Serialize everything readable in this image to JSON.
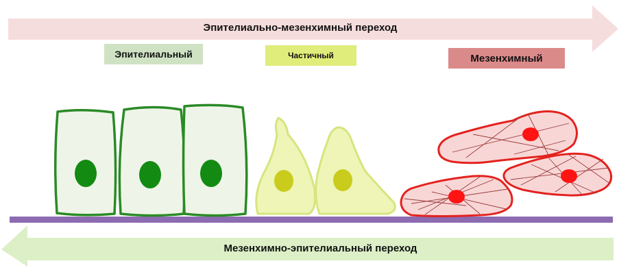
{
  "top_arrow": {
    "label": "Эпителиально-мезенхимный переход",
    "color": "#f6dddd"
  },
  "bottom_arrow": {
    "label": "Мезенхимно-эпителиальный переход",
    "color": "#dcefc7"
  },
  "states": [
    {
      "label": "Эпителиальный",
      "color": "#cfe3c4"
    },
    {
      "label": "Частичный",
      "color": "#e1ed7a"
    },
    {
      "label": "Мезенхимный",
      "color": "#db8a8a"
    }
  ],
  "colors": {
    "epithelial_fill": "#eef5e8",
    "epithelial_stroke": "#2a8a26",
    "epithelial_nucleus": "#138a12",
    "partial_fill": "#eef5b6",
    "partial_stroke": "#d6e57e",
    "partial_nucleus": "#c9cc1d",
    "mesenchymal_fill": "#f8d6d6",
    "mesenchymal_stroke": "#e3221f",
    "mesenchymal_nucleus": "#ff1414",
    "fiber": "#9b3b3b",
    "membrane": "#8c6bb1"
  }
}
